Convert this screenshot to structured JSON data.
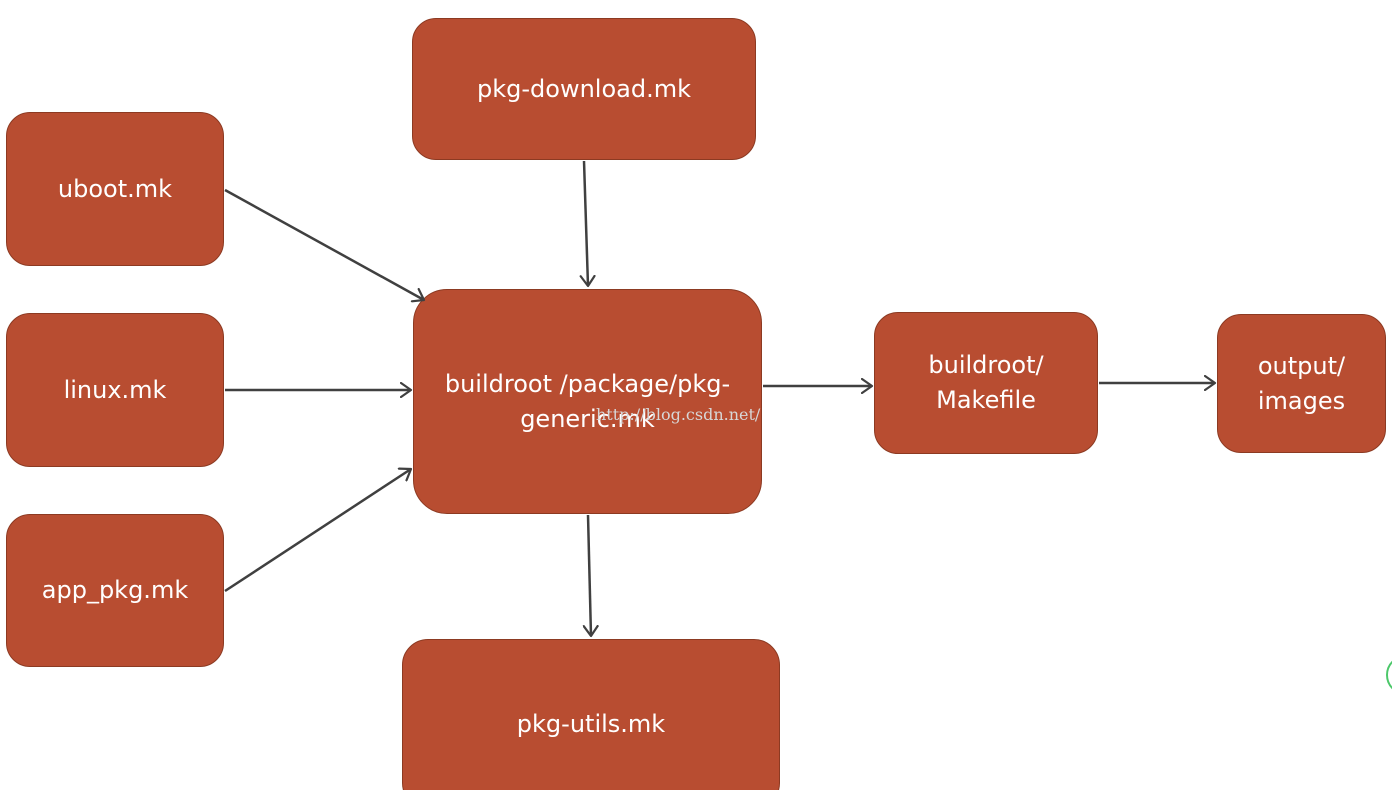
{
  "colors": {
    "node_fill": "#b84d31",
    "node_border": "#8c3a22",
    "node_text": "#ffffff",
    "edge": "#404040",
    "watermark": "#d7d7d7",
    "corner_circle": "#4cc86a"
  },
  "nodes": {
    "pkg_download": {
      "label": "pkg-download.mk"
    },
    "uboot": {
      "label": "uboot.mk"
    },
    "linux": {
      "label": "linux.mk"
    },
    "app_pkg": {
      "label": "app_pkg.mk"
    },
    "pkg_generic": {
      "label": "buildroot /package/pkg-generic.mk"
    },
    "makefile": {
      "label": "buildroot/ Makefile"
    },
    "output": {
      "label": "output/ images"
    },
    "pkg_utils": {
      "label": "pkg-utils.mk"
    }
  },
  "edges": [
    {
      "from": "pkg_download",
      "to": "pkg_generic"
    },
    {
      "from": "uboot",
      "to": "pkg_generic"
    },
    {
      "from": "linux",
      "to": "pkg_generic"
    },
    {
      "from": "app_pkg",
      "to": "pkg_generic"
    },
    {
      "from": "pkg_generic",
      "to": "makefile"
    },
    {
      "from": "makefile",
      "to": "output"
    },
    {
      "from": "pkg_generic",
      "to": "pkg_utils"
    }
  ],
  "watermark": {
    "text": "http://blog.csdn.net/"
  }
}
